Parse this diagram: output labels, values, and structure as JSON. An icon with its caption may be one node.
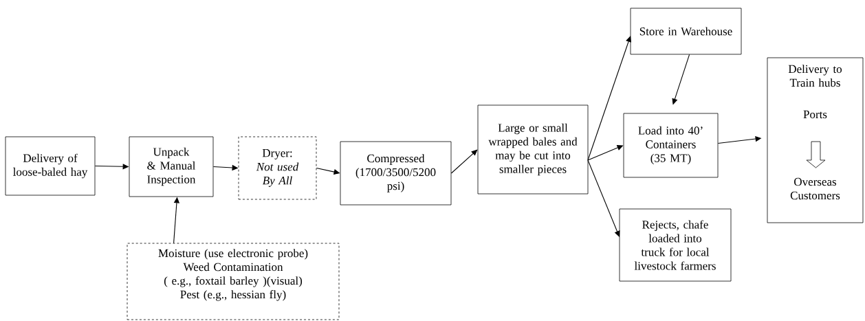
{
  "diagram": {
    "nodes": [
      {
        "text": [
          "Delivery of loose-baled hay"
        ]
      },
      {
        "text": [
          "Unpack & Manual Inspection"
        ]
      },
      {
        "text": [
          "Dryer:",
          "Not used By All"
        ]
      },
      {
        "text": [
          "Compressed (1700/3500/5200 psi)"
        ]
      },
      {
        "text": [
          "Large or small wrapped bales and may be cut into smaller pieces"
        ]
      },
      {
        "text": [
          "Store in Warehouse"
        ]
      },
      {
        "text": [
          "Load into 40’ Containers (35 MT)"
        ]
      },
      {
        "text": [
          "Rejects, chafe loaded into truck for local livestock farmers"
        ]
      },
      {
        "text": [
          "Delivery to Train hubs",
          "Ports",
          "Overseas Customers"
        ]
      },
      {
        "text": [
          "Moisture (use electronic probe)",
          "Weed Contamination",
          "( e.g., foxtail barley )(visual)",
          "Pest (e.g., hessian fly)"
        ]
      }
    ],
    "edges": [
      {
        "from": 0,
        "to": 1,
        "arrow": "to"
      },
      {
        "from": 9,
        "to": 1,
        "arrow": "to"
      },
      {
        "from": 1,
        "to": 2,
        "arrow": "to"
      },
      {
        "from": 2,
        "to": 3,
        "arrow": "to"
      },
      {
        "from": 3,
        "to": 4,
        "arrow": "to"
      },
      {
        "from": 4,
        "to": 5,
        "arrow": "to"
      },
      {
        "from": 4,
        "to": 6,
        "arrow": "to"
      },
      {
        "from": 4,
        "to": 7,
        "arrow": "to"
      },
      {
        "from": 5,
        "to": 6,
        "arrow": "to"
      },
      {
        "from": 6,
        "to": 8,
        "arrow": "to"
      }
    ]
  }
}
